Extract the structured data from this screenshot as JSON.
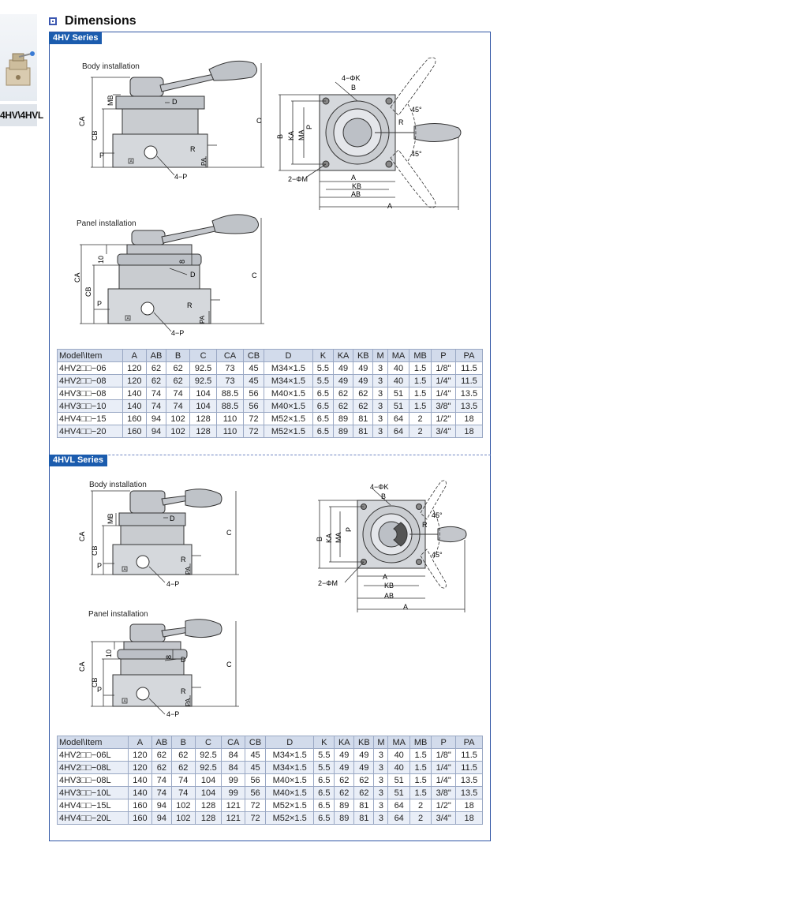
{
  "sidebar": {
    "label": "4HV\\4HVL"
  },
  "heading": {
    "title": "Dimensions"
  },
  "columns": [
    "Model\\Item",
    "A",
    "AB",
    "B",
    "C",
    "CA",
    "CB",
    "D",
    "K",
    "KA",
    "KB",
    "M",
    "MA",
    "MB",
    "P",
    "PA"
  ],
  "hv": {
    "tag": "4HV Series",
    "body_label": "Body installation",
    "panel_label": "Panel installation",
    "rows": [
      [
        "4HV2□□−06",
        "120",
        "62",
        "62",
        "92.5",
        "73",
        "45",
        "M34×1.5",
        "5.5",
        "49",
        "49",
        "3",
        "40",
        "1.5",
        "1/8\"",
        "11.5"
      ],
      [
        "4HV2□□−08",
        "120",
        "62",
        "62",
        "92.5",
        "73",
        "45",
        "M34×1.5",
        "5.5",
        "49",
        "49",
        "3",
        "40",
        "1.5",
        "1/4\"",
        "11.5"
      ],
      [
        "4HV3□□−08",
        "140",
        "74",
        "74",
        "104",
        "88.5",
        "56",
        "M40×1.5",
        "6.5",
        "62",
        "62",
        "3",
        "51",
        "1.5",
        "1/4\"",
        "13.5"
      ],
      [
        "4HV3□□−10",
        "140",
        "74",
        "74",
        "104",
        "88.5",
        "56",
        "M40×1.5",
        "6.5",
        "62",
        "62",
        "3",
        "51",
        "1.5",
        "3/8\"",
        "13.5"
      ],
      [
        "4HV4□□−15",
        "160",
        "94",
        "102",
        "128",
        "110",
        "72",
        "M52×1.5",
        "6.5",
        "89",
        "81",
        "3",
        "64",
        "2",
        "1/2\"",
        "18"
      ],
      [
        "4HV4□□−20",
        "160",
        "94",
        "102",
        "128",
        "110",
        "72",
        "M52×1.5",
        "6.5",
        "89",
        "81",
        "3",
        "64",
        "2",
        "3/4\"",
        "18"
      ]
    ]
  },
  "hvl": {
    "tag": "4HVL Series",
    "body_label": "Body installation",
    "panel_label": "Panel installation",
    "rows": [
      [
        "4HV2□□−06L",
        "120",
        "62",
        "62",
        "92.5",
        "84",
        "45",
        "M34×1.5",
        "5.5",
        "49",
        "49",
        "3",
        "40",
        "1.5",
        "1/8\"",
        "11.5"
      ],
      [
        "4HV2□□−08L",
        "120",
        "62",
        "62",
        "92.5",
        "84",
        "45",
        "M34×1.5",
        "5.5",
        "49",
        "49",
        "3",
        "40",
        "1.5",
        "1/4\"",
        "11.5"
      ],
      [
        "4HV3□□−08L",
        "140",
        "74",
        "74",
        "104",
        "99",
        "56",
        "M40×1.5",
        "6.5",
        "62",
        "62",
        "3",
        "51",
        "1.5",
        "1/4\"",
        "13.5"
      ],
      [
        "4HV3□□−10L",
        "140",
        "74",
        "74",
        "104",
        "99",
        "56",
        "M40×1.5",
        "6.5",
        "62",
        "62",
        "3",
        "51",
        "1.5",
        "3/8\"",
        "13.5"
      ],
      [
        "4HV4□□−15L",
        "160",
        "94",
        "102",
        "128",
        "121",
        "72",
        "M52×1.5",
        "6.5",
        "89",
        "81",
        "3",
        "64",
        "2",
        "1/2\"",
        "18"
      ],
      [
        "4HV4□□−20L",
        "160",
        "94",
        "102",
        "128",
        "121",
        "72",
        "M52×1.5",
        "6.5",
        "89",
        "81",
        "3",
        "64",
        "2",
        "3/4\"",
        "18"
      ]
    ]
  },
  "dims": {
    "A": "A",
    "AB": "AB",
    "B": "B",
    "C": "C",
    "CA": "CA",
    "CB": "CB",
    "D": "D",
    "KA": "KA",
    "KB": "KB",
    "MA": "MA",
    "MB": "MB",
    "P": "P",
    "PA": "PA",
    "R": "R",
    "ten": "10",
    "eight": "8",
    "four_p": "4−P",
    "four_phik": "4−ΦK",
    "two_phim": "2−ΦM",
    "deg45": "45°",
    "port_a": "A"
  }
}
